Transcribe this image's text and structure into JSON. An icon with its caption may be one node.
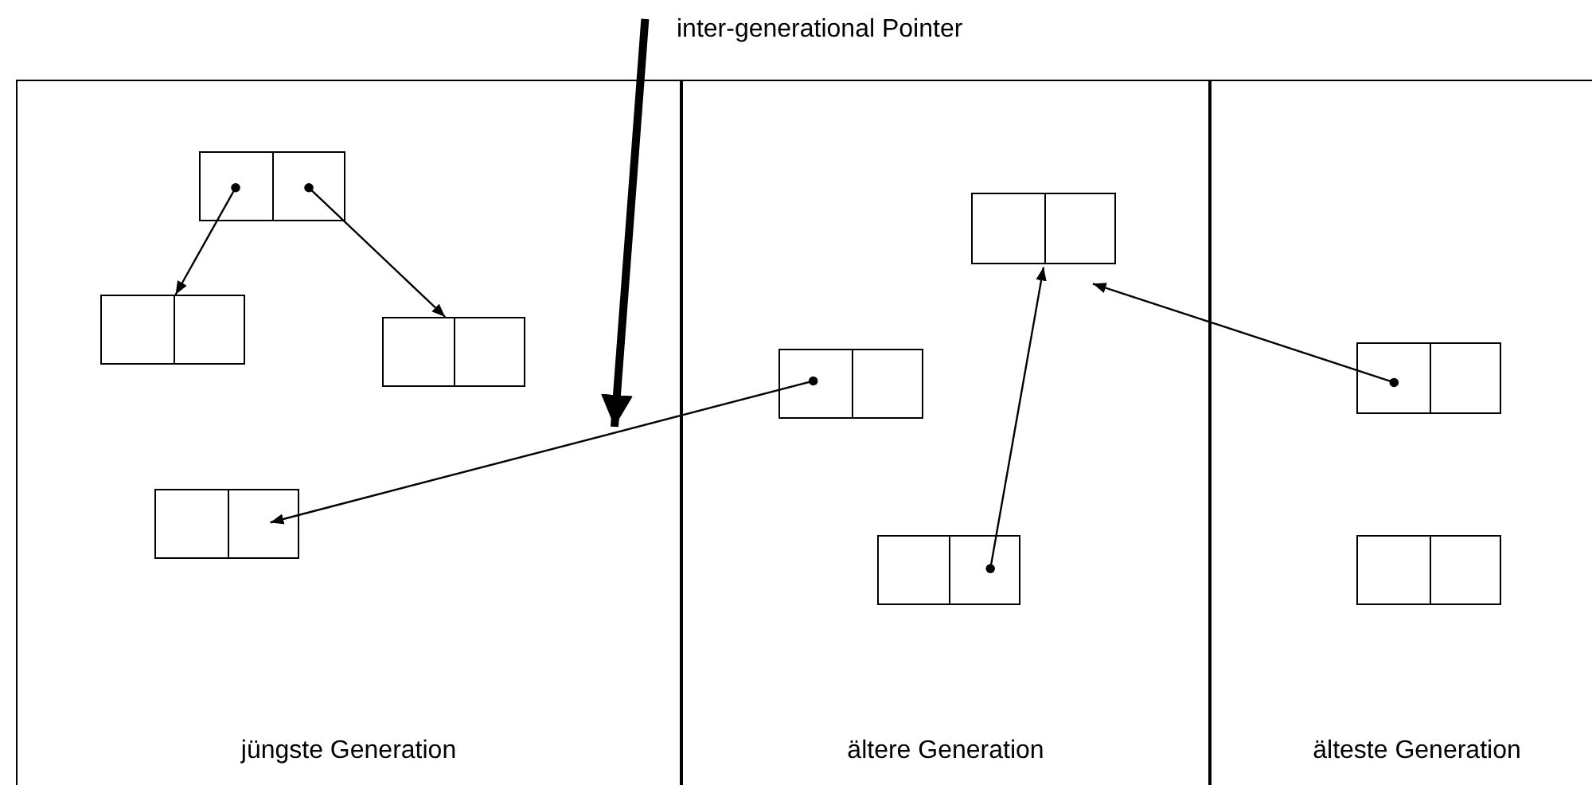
{
  "diagram": {
    "nodes": [
      {
        "text": [
          "inter-generational Pointer"
        ]
      },
      {
        "text": [
          "jüngste Generation"
        ]
      },
      {
        "text": [],
        "shape": "box",
        "in": 1
      },
      {
        "text": [],
        "shape": "box",
        "in": 1
      },
      {
        "text": [],
        "shape": "box",
        "in": 1
      },
      {
        "text": [],
        "shape": "box",
        "in": 1
      },
      {
        "text": [
          "ältere Generation"
        ]
      },
      {
        "text": [],
        "shape": "box",
        "in": 6
      },
      {
        "text": [],
        "shape": "box",
        "in": 6
      },
      {
        "text": [],
        "shape": "box",
        "in": 6
      },
      {
        "text": [
          "älteste Generation"
        ]
      },
      {
        "text": [],
        "shape": "box",
        "in": 10
      },
      {
        "text": [],
        "shape": "box",
        "in": 10
      }
    ],
    "edges": [
      {
        "from": 0,
        "to": null,
        "arrow": "to",
        "style": "thick"
      },
      {
        "from": 2,
        "to": 3,
        "arrow": "to"
      },
      {
        "from": 2,
        "to": 4,
        "arrow": "to"
      },
      {
        "from": 8,
        "to": 5,
        "arrow": "to"
      },
      {
        "from": 9,
        "to": 7,
        "arrow": "to"
      },
      {
        "from": 11,
        "to": 7,
        "arrow": "to"
      }
    ]
  }
}
